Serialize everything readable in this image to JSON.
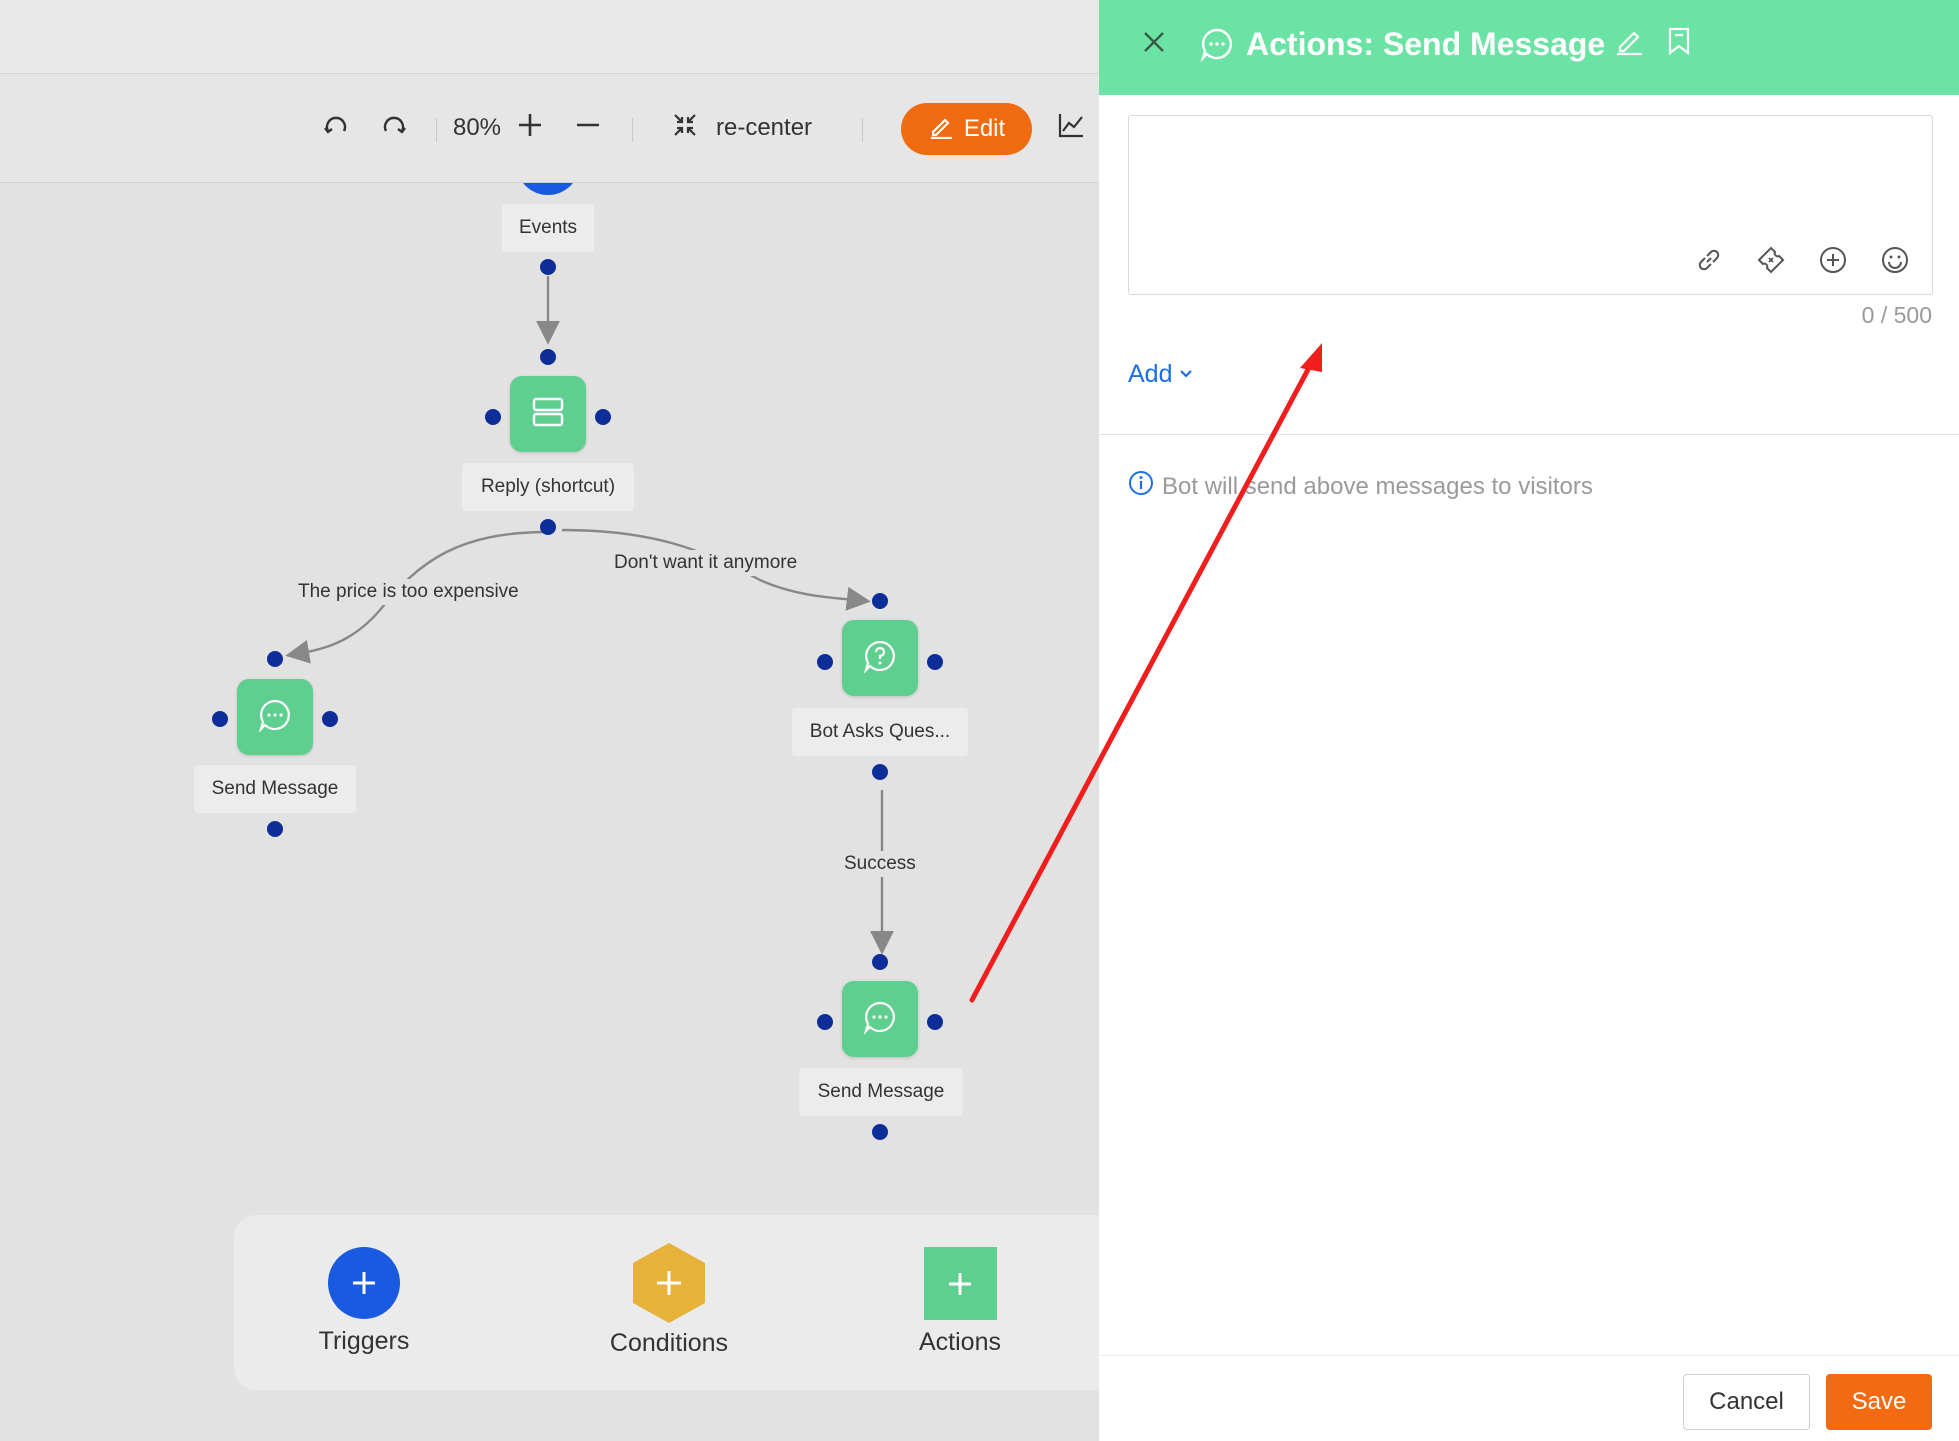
{
  "toolbar": {
    "zoom_level": "80%",
    "recenter_label": "re-center",
    "edit_label": "Edit"
  },
  "flow": {
    "nodes": {
      "events": {
        "label": "Events"
      },
      "reply": {
        "label": "Reply (shortcut)"
      },
      "send_left": {
        "label": "Send Message"
      },
      "bot_asks": {
        "label": "Bot Asks Ques..."
      },
      "send_bottom": {
        "label": "Send Message"
      }
    },
    "edges": {
      "price": "The price is too expensive",
      "dont_want": "Don't want it anymore",
      "success": "Success"
    }
  },
  "palette": {
    "triggers_label": "Triggers",
    "conditions_label": "Conditions",
    "actions_label": "Actions",
    "colors": {
      "triggers": "#1a5ae0",
      "conditions": "#e6b23a",
      "actions": "#5fcf90"
    }
  },
  "panel": {
    "title": "Actions: Send Message",
    "message_placeholder": "",
    "counter": "0 / 500",
    "add_label": "Add",
    "info_text": "Bot will send above messages to visitors",
    "cancel_label": "Cancel",
    "save_label": "Save",
    "header_color": "#6ae3a4",
    "accent_color": "#f26a12"
  }
}
